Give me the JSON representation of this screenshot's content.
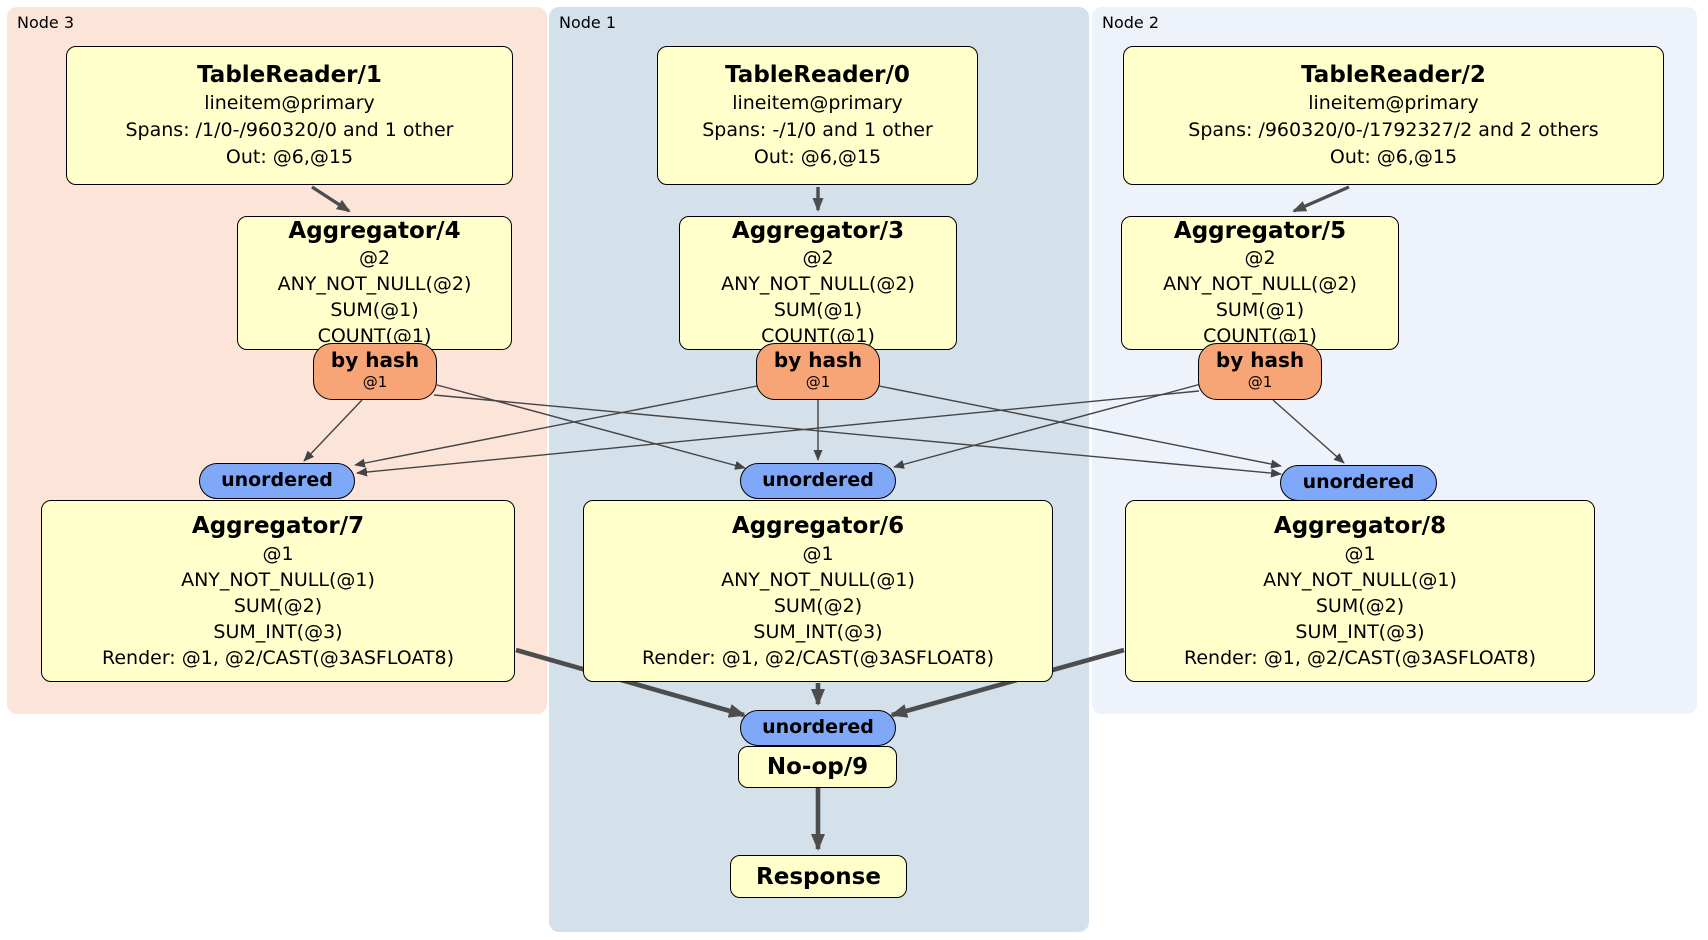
{
  "regions": {
    "node3": "Node 3",
    "node1": "Node 1",
    "node2": "Node 2"
  },
  "nodes": {
    "tr1": {
      "title": "TableReader/1",
      "lines": [
        "lineitem@primary",
        "Spans: /1/0-/960320/0 and 1 other",
        "Out: @6,@15"
      ]
    },
    "tr0": {
      "title": "TableReader/0",
      "lines": [
        "lineitem@primary",
        "Spans: -/1/0 and 1 other",
        "Out: @6,@15"
      ]
    },
    "tr2": {
      "title": "TableReader/2",
      "lines": [
        "lineitem@primary",
        "Spans: /960320/0-/1792327/2 and 2 others",
        "Out: @6,@15"
      ]
    },
    "agg4": {
      "title": "Aggregator/4",
      "lines": [
        "@2",
        "ANY_NOT_NULL(@2)",
        "SUM(@1)",
        "COUNT(@1)"
      ]
    },
    "agg3": {
      "title": "Aggregator/3",
      "lines": [
        "@2",
        "ANY_NOT_NULL(@2)",
        "SUM(@1)",
        "COUNT(@1)"
      ]
    },
    "agg5": {
      "title": "Aggregator/5",
      "lines": [
        "@2",
        "ANY_NOT_NULL(@2)",
        "SUM(@1)",
        "COUNT(@1)"
      ]
    },
    "agg7": {
      "title": "Aggregator/7",
      "lines": [
        "@1",
        "ANY_NOT_NULL(@1)",
        "SUM(@2)",
        "SUM_INT(@3)",
        "Render: @1, @2/CAST(@3ASFLOAT8)"
      ]
    },
    "agg6": {
      "title": "Aggregator/6",
      "lines": [
        "@1",
        "ANY_NOT_NULL(@1)",
        "SUM(@2)",
        "SUM_INT(@3)",
        "Render: @1, @2/CAST(@3ASFLOAT8)"
      ]
    },
    "agg8": {
      "title": "Aggregator/8",
      "lines": [
        "@1",
        "ANY_NOT_NULL(@1)",
        "SUM(@2)",
        "SUM_INT(@3)",
        "Render: @1, @2/CAST(@3ASFLOAT8)"
      ]
    },
    "noop": {
      "title": "No-op/9"
    },
    "response": {
      "title": "Response"
    }
  },
  "connectors": {
    "hash": "by hash",
    "hash_sub": "@1",
    "sync": "unordered"
  },
  "colors": {
    "node3_bg": "#fce4d8",
    "node1_bg": "#d4e1eb",
    "node2_bg": "#edf2fb",
    "node_box_bg": "#ffffcc",
    "hash_router_bg": "#f7a477",
    "sync_bg": "#7fa9f8",
    "edge": "#4d4d4d"
  }
}
